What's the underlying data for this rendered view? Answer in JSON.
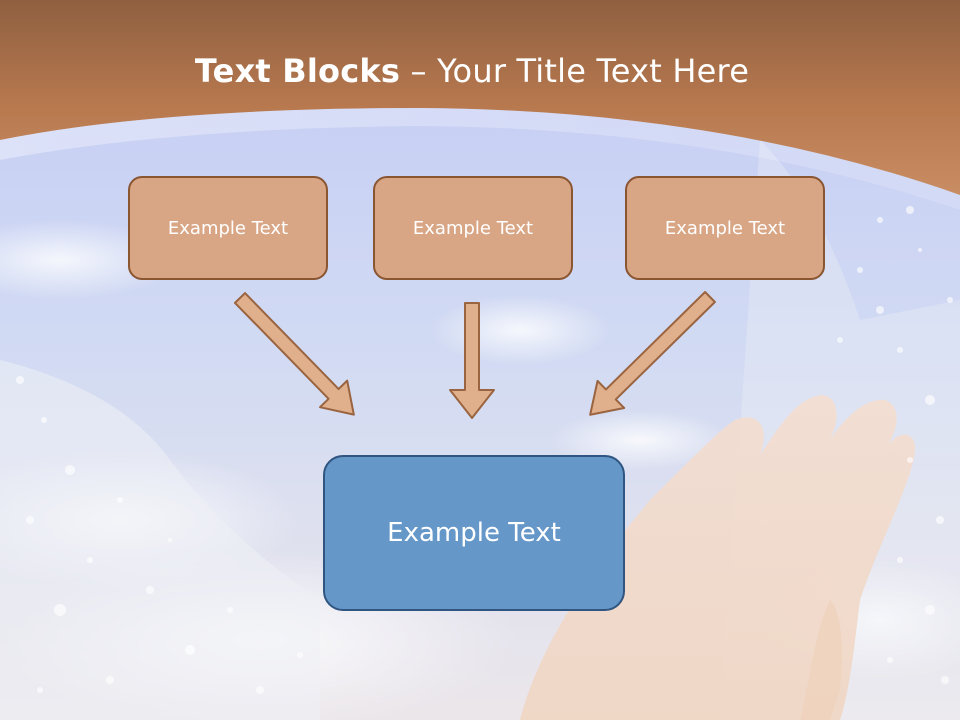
{
  "slide": {
    "title_bold": "Text Blocks",
    "title_separator": " – ",
    "title_rest": "Your Title Text Here",
    "top_boxes": [
      {
        "label": "Example Text"
      },
      {
        "label": "Example Text"
      },
      {
        "label": "Example Text"
      }
    ],
    "bottom_box": {
      "label": "Example Text"
    }
  },
  "colors": {
    "header_brown": "#b8794f",
    "top_box_fill": "#d9a685",
    "top_box_border": "#8a5531",
    "bottom_box_fill": "#6597c8",
    "bottom_box_border": "#2f5580",
    "arrow_fill": "#e0b08c",
    "arrow_border": "#9a6440",
    "sky": "#c9d3f5"
  }
}
